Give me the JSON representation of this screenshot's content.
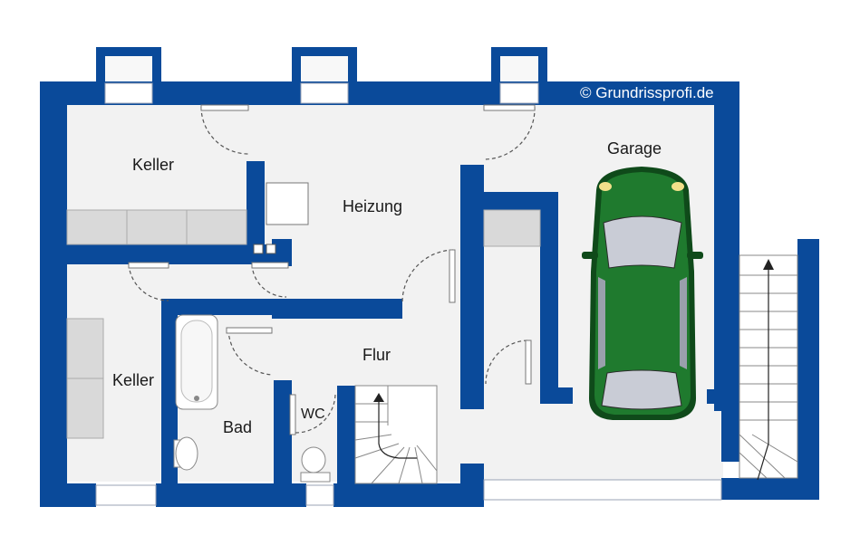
{
  "copyright": "© Grundrissprofi.de",
  "rooms": {
    "keller_top": "Keller",
    "heizung": "Heizung",
    "garage": "Garage",
    "keller_left": "Keller",
    "flur": "Flur",
    "bad": "Bad",
    "wc": "WC"
  },
  "colors": {
    "wall": "#0a4a9a",
    "floor": "#f2f2f2",
    "car_body": "#1f7a2e",
    "car_dark": "#0f4a1a",
    "glass": "#c9ccd6",
    "furniture": "#d9d9d9"
  }
}
